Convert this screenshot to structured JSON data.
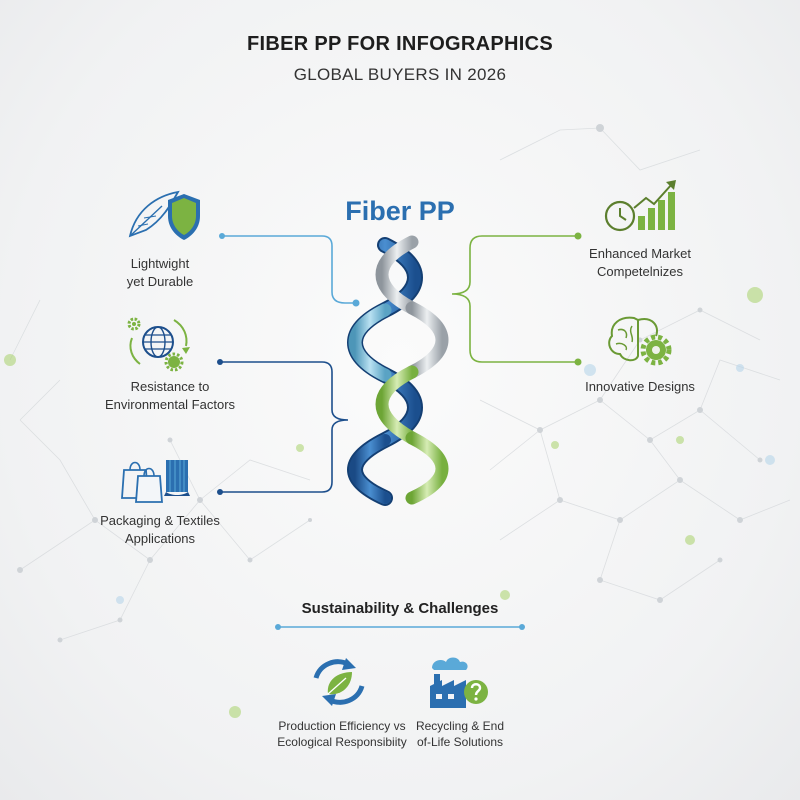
{
  "header": {
    "title": "FIBER PP FOR INFOGRAPHICS",
    "subtitle": "GLOBAL BUYERS IN 2026"
  },
  "center": {
    "label": "Fiber PP"
  },
  "left_items": [
    {
      "line1": "Lightwight",
      "line2": "yet Durable",
      "icon": "feather-shield-icon"
    },
    {
      "line1": "Resistance to",
      "line2": "Environmental Factors",
      "icon": "globe-gear-icon"
    },
    {
      "line1": "Packaging & Textiles",
      "line2": "Applications",
      "icon": "bags-textile-icon"
    }
  ],
  "right_items": [
    {
      "line1": "Enhanced Market",
      "line2": "Competelnizes",
      "icon": "clock-growth-chart-icon"
    },
    {
      "line1": "Innovative Designs",
      "icon": "brain-gear-icon"
    }
  ],
  "sustainability": {
    "heading": "Sustainability & Challenges",
    "items": [
      {
        "line1": "Production Efficiency vs",
        "line2": "Ecological Responsibiity",
        "icon": "recycle-leaf-icon"
      },
      {
        "line1": "Recycling & End",
        "line2": "of-Life Solutions",
        "icon": "factory-question-icon"
      }
    ]
  },
  "colors": {
    "blue": "#2b6fb0",
    "navy": "#1d4f8c",
    "light_blue": "#5aa9d8",
    "green": "#7cb342",
    "grey": "#a9b0b8"
  }
}
